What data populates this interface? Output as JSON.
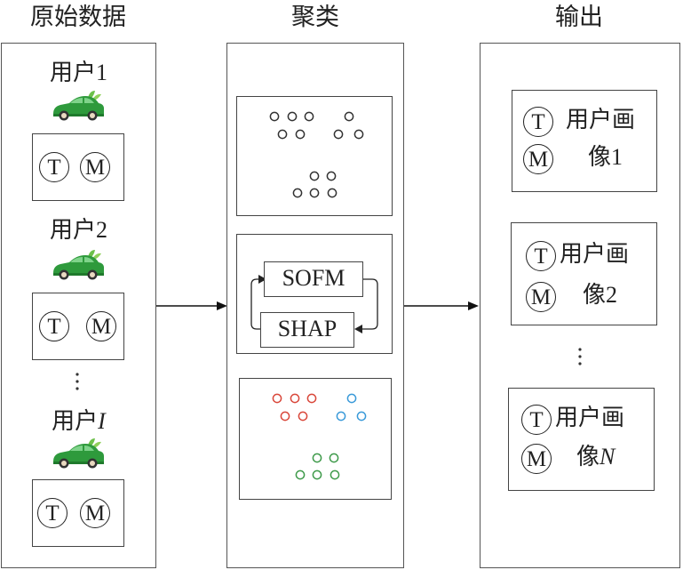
{
  "columns": {
    "raw_data": {
      "title": "原始数据"
    },
    "clustering": {
      "title": "聚类"
    },
    "output": {
      "title": "输出"
    }
  },
  "users": [
    {
      "label_prefix": "用户",
      "label_index": "1",
      "italic": false,
      "icon": "green-car-icon",
      "tags": [
        "T",
        "M"
      ]
    },
    {
      "label_prefix": "用户",
      "label_index": "2",
      "italic": false,
      "icon": "green-car-icon",
      "tags": [
        "T",
        "M"
      ]
    },
    {
      "label_prefix": "用户",
      "label_index": "I",
      "italic": true,
      "icon": "green-car-icon",
      "tags": [
        "T",
        "M"
      ]
    }
  ],
  "ellipsis": "⋮",
  "clustering": {
    "algorithms": [
      "SOFM",
      "SHAP"
    ],
    "cluster_colors": {
      "unclustered": "#333333",
      "cluster_a": "#d9473a",
      "cluster_b": "#3a9ad9",
      "cluster_c": "#3e9a4a"
    }
  },
  "profiles": [
    {
      "tags": [
        "T",
        "M"
      ],
      "line1": "用户画",
      "line2_prefix": "像",
      "line2_index": "1",
      "italic": false
    },
    {
      "tags": [
        "T",
        "M"
      ],
      "line1": "用户画",
      "line2_prefix": "像",
      "line2_index": "2",
      "italic": false
    },
    {
      "tags": [
        "T",
        "M"
      ],
      "line1": "用户画",
      "line2_prefix": "像",
      "line2_index": "N",
      "italic": true
    }
  ]
}
